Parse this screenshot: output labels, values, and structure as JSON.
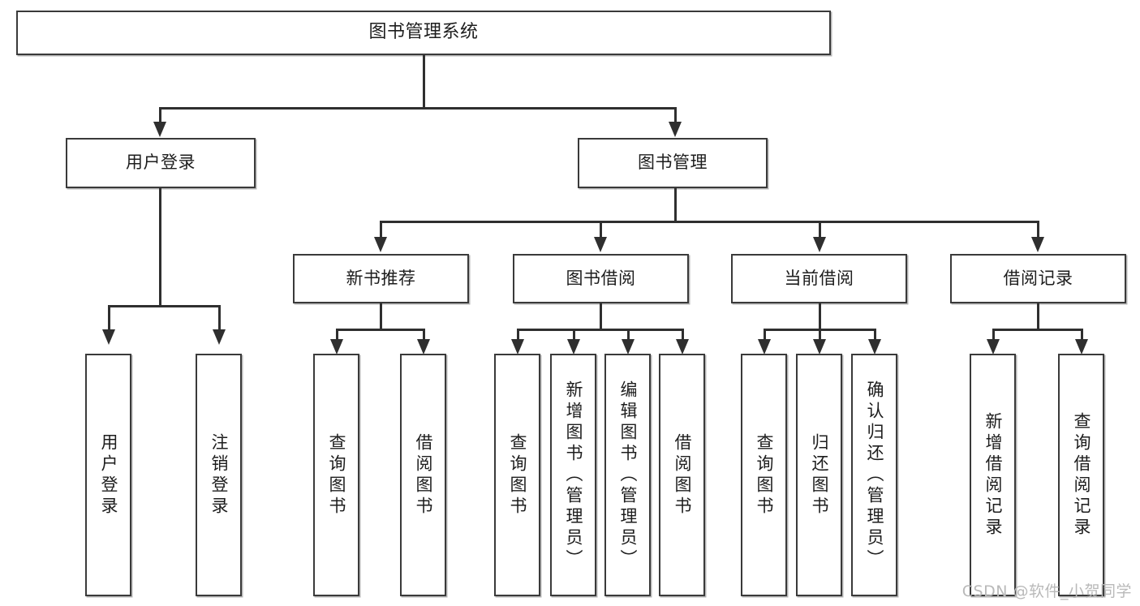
{
  "diagram": {
    "title": "图书管理系统",
    "type": "tree",
    "watermark": "CSDN @软件_小贺同学",
    "colors": {
      "box_border": "#3a3a3a",
      "connector": "#2f2f2f",
      "background": "#ffffff",
      "text": "#1d1d1d",
      "watermark": "#b9b9b9"
    },
    "root": {
      "label": "图书管理系统"
    },
    "level2": [
      {
        "label": "用户登录"
      },
      {
        "label": "图书管理"
      }
    ],
    "level3": [
      {
        "label": "新书推荐"
      },
      {
        "label": "图书借阅"
      },
      {
        "label": "当前借阅"
      },
      {
        "label": "借阅记录"
      }
    ],
    "leaves": {
      "user_login": [
        {
          "label": "用户登录"
        },
        {
          "label": "注销登录"
        }
      ],
      "new_book": [
        {
          "label": "查询图书"
        },
        {
          "label": "借阅图书"
        }
      ],
      "book_borrow": [
        {
          "label": "查询图书"
        },
        {
          "label": "新增图书（管理员）"
        },
        {
          "label": "编辑图书（管理员）"
        },
        {
          "label": "借阅图书"
        }
      ],
      "current_borrow": [
        {
          "label": "查询图书"
        },
        {
          "label": "归还图书"
        },
        {
          "label": "确认归还（管理员）"
        }
      ],
      "borrow_record": [
        {
          "label": "新增借阅记录"
        },
        {
          "label": "查询借阅记录"
        }
      ]
    }
  }
}
